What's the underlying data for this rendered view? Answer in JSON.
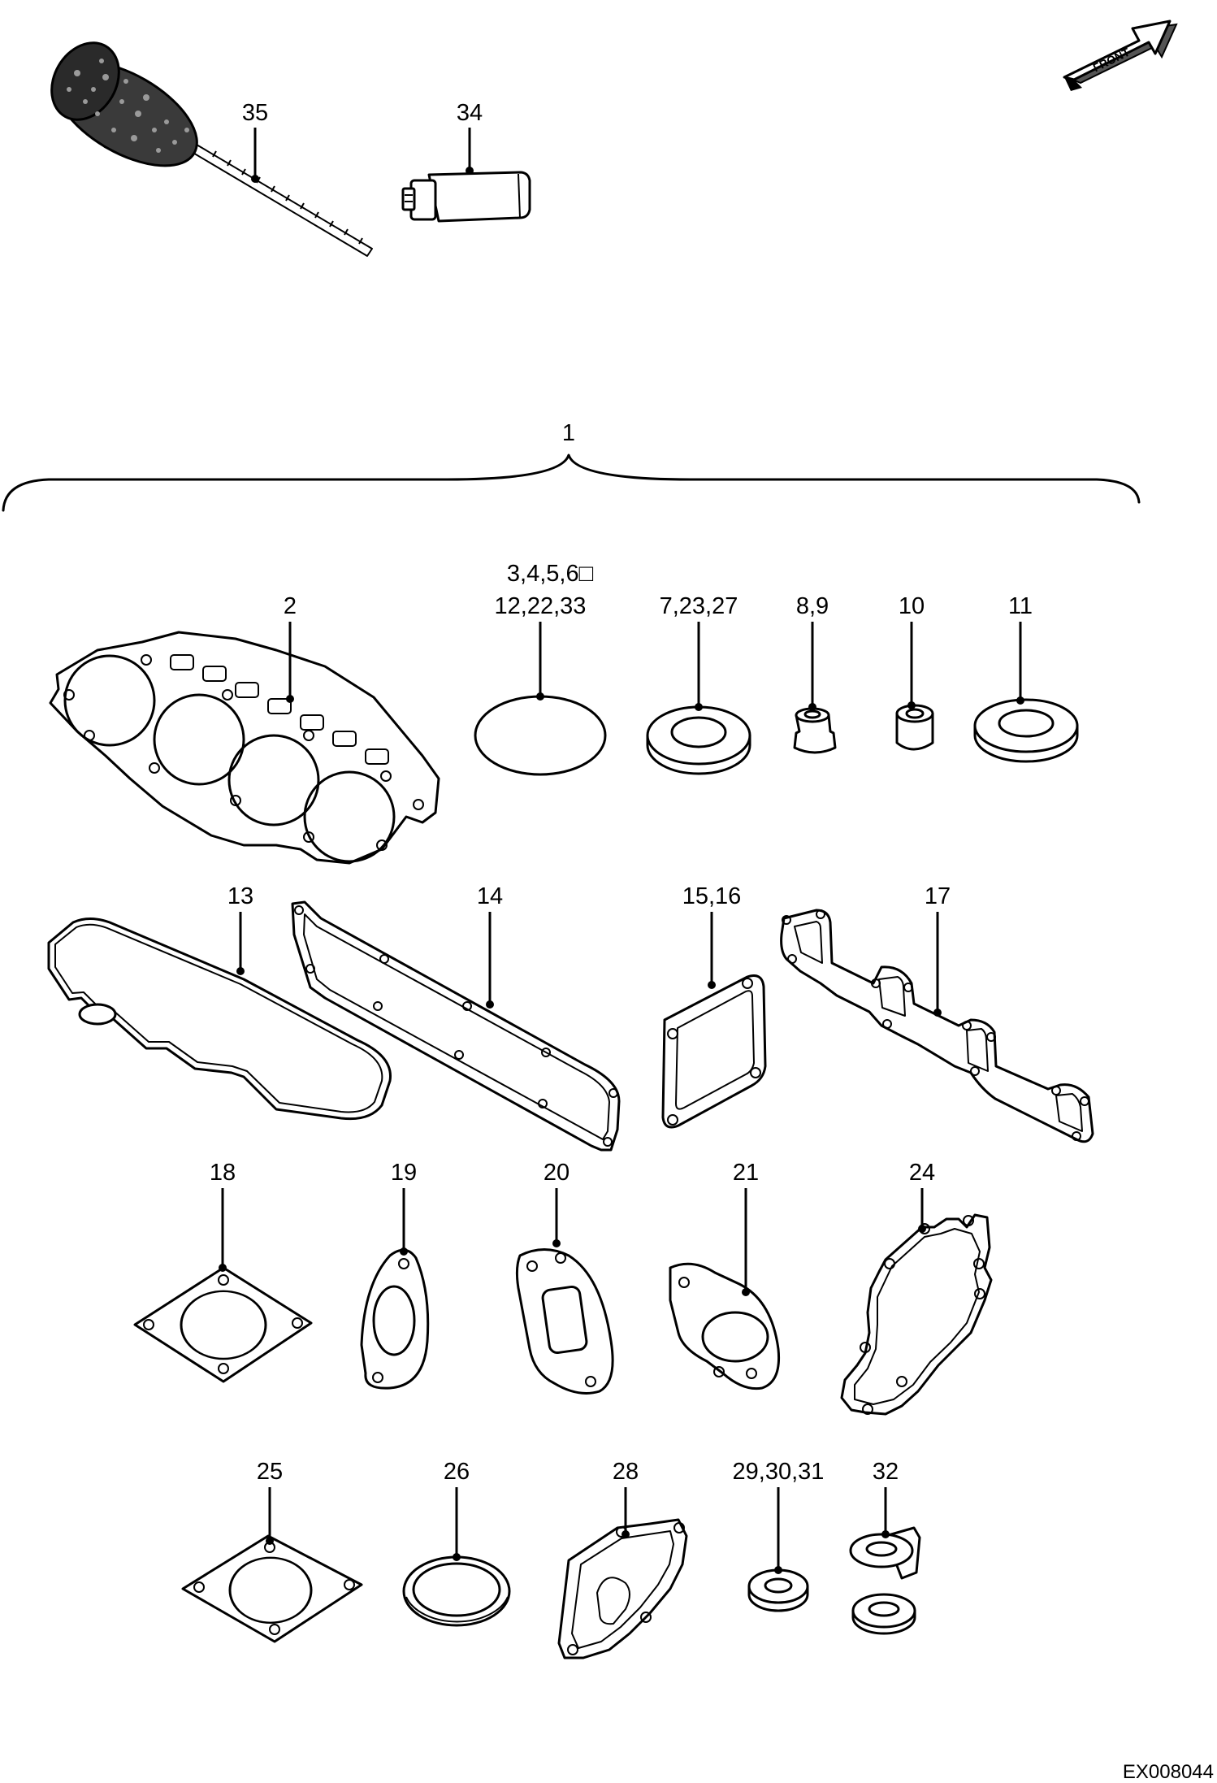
{
  "front_arrow": {
    "label": "FRONT"
  },
  "drawing_code": "EX008044",
  "callouts": {
    "c1": "1",
    "c2": "2",
    "c3": "3,4,5,6□",
    "c3b": "12,22,33",
    "c7": "7,23,27",
    "c8": "8,9",
    "c10": "10",
    "c11": "11",
    "c13": "13",
    "c14": "14",
    "c15": "15,16",
    "c17": "17",
    "c18": "18",
    "c19": "19",
    "c20": "20",
    "c21": "21",
    "c24": "24",
    "c25": "25",
    "c26": "26",
    "c28": "28",
    "c29": "29,30,31",
    "c32": "32",
    "c34": "34",
    "c35": "35"
  }
}
